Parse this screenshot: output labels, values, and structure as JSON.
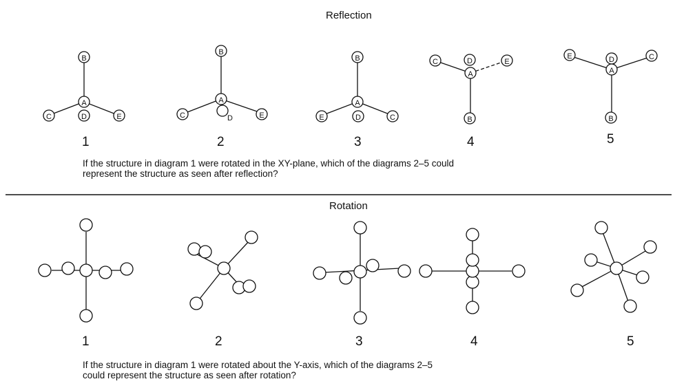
{
  "reflection": {
    "title": "Reflection",
    "diagram_numbers": [
      "1",
      "2",
      "3",
      "4",
      "5"
    ],
    "question_line1": "If the structure in diagram 1 were rotated in the XY-plane, which of the diagrams 2–5 could",
    "question_line2": "represent the structure as seen after reflection?",
    "atom_labels": [
      "A",
      "B",
      "C",
      "D",
      "E"
    ]
  },
  "rotation": {
    "title": "Rotation",
    "diagram_numbers": [
      "1",
      "2",
      "3",
      "4",
      "5"
    ],
    "question_line1": "If the structure in diagram 1 were rotated about the Y-axis, which of the diagrams 2–5",
    "question_line2": "could represent the structure as seen after rotation?"
  }
}
